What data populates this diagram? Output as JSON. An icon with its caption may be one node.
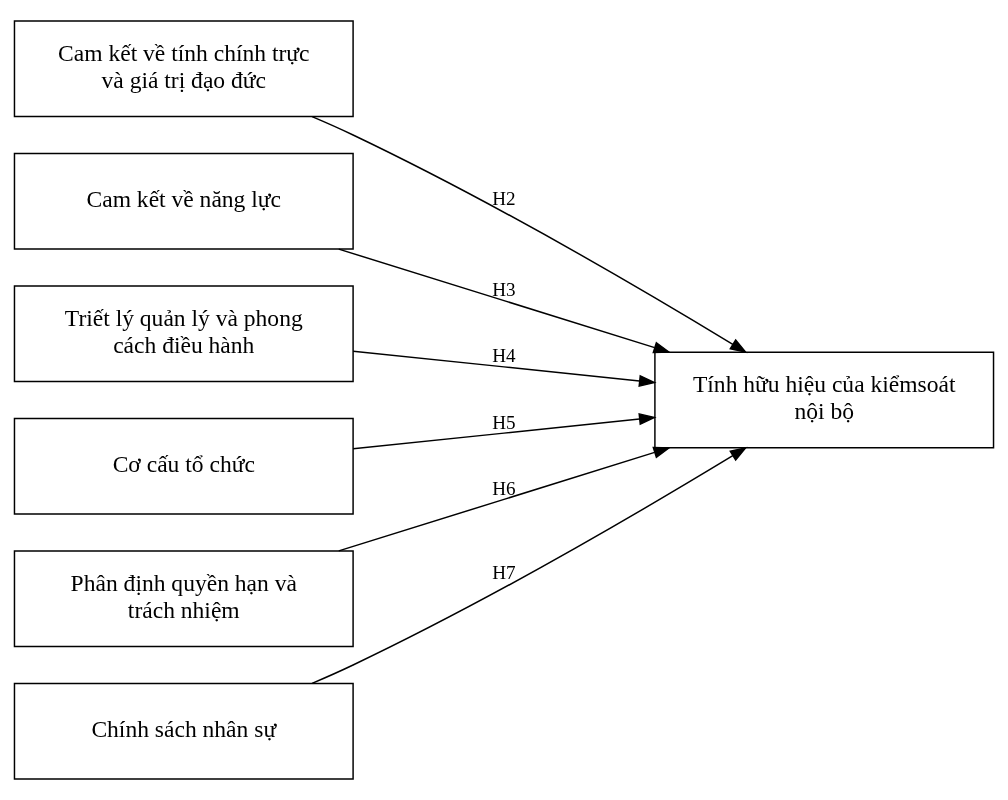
{
  "diagram": {
    "nodes": [
      {
        "text": [
          "Cam kết về tính chính trực và giá trị đạo đức"
        ]
      },
      {
        "text": [
          "Cam kết về năng lực"
        ]
      },
      {
        "text": [
          "Triết lý quản lý và phong cách điều hành"
        ]
      },
      {
        "text": [
          "Cơ cấu tổ chức"
        ]
      },
      {
        "text": [
          "Phân định quyền hạn và trách nhiệm"
        ]
      },
      {
        "text": [
          "Chính sách nhân sự"
        ]
      },
      {
        "text": [
          "Tính hữu hiệu của kiểmsoát nội bộ"
        ]
      }
    ],
    "edges": [
      {
        "from": 0,
        "to": 6,
        "arrow": "to",
        "label": "H2"
      },
      {
        "from": 1,
        "to": 6,
        "arrow": "to",
        "label": "H3"
      },
      {
        "from": 2,
        "to": 6,
        "arrow": "to",
        "label": "H4"
      },
      {
        "from": 3,
        "to": 6,
        "arrow": "to",
        "label": "H5"
      },
      {
        "from": 4,
        "to": 6,
        "arrow": "to",
        "label": "H6"
      },
      {
        "from": 5,
        "to": 6,
        "arrow": "to",
        "label": "H7"
      }
    ]
  }
}
